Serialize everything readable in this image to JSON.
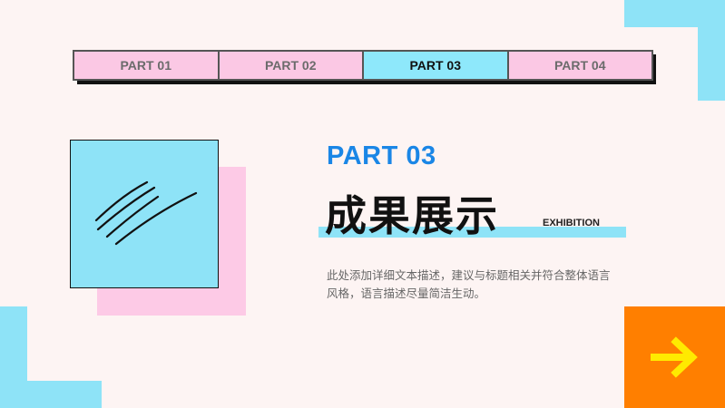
{
  "nav": {
    "tabs": [
      {
        "label": "PART 01",
        "active": false
      },
      {
        "label": "PART 02",
        "active": false
      },
      {
        "label": "PART 03",
        "active": true
      },
      {
        "label": "PART 04",
        "active": false
      }
    ]
  },
  "section": {
    "part_label": "PART 03",
    "title": "成果展示",
    "subtitle": "EXHIBITION",
    "description": "此处添加详细文本描述，建议与标题相关并符合整体语言风格，语言描述尽量简洁生动。"
  },
  "icons": {
    "next": "arrow-right-icon",
    "scribble": "scribble-lines-icon"
  },
  "colors": {
    "background": "#fdf4f3",
    "cyan": "#8ee3f7",
    "pink": "#fdcae6",
    "accent_blue": "#1a86e6",
    "orange": "#ff7f00",
    "arrow_yellow": "#ffea00"
  }
}
